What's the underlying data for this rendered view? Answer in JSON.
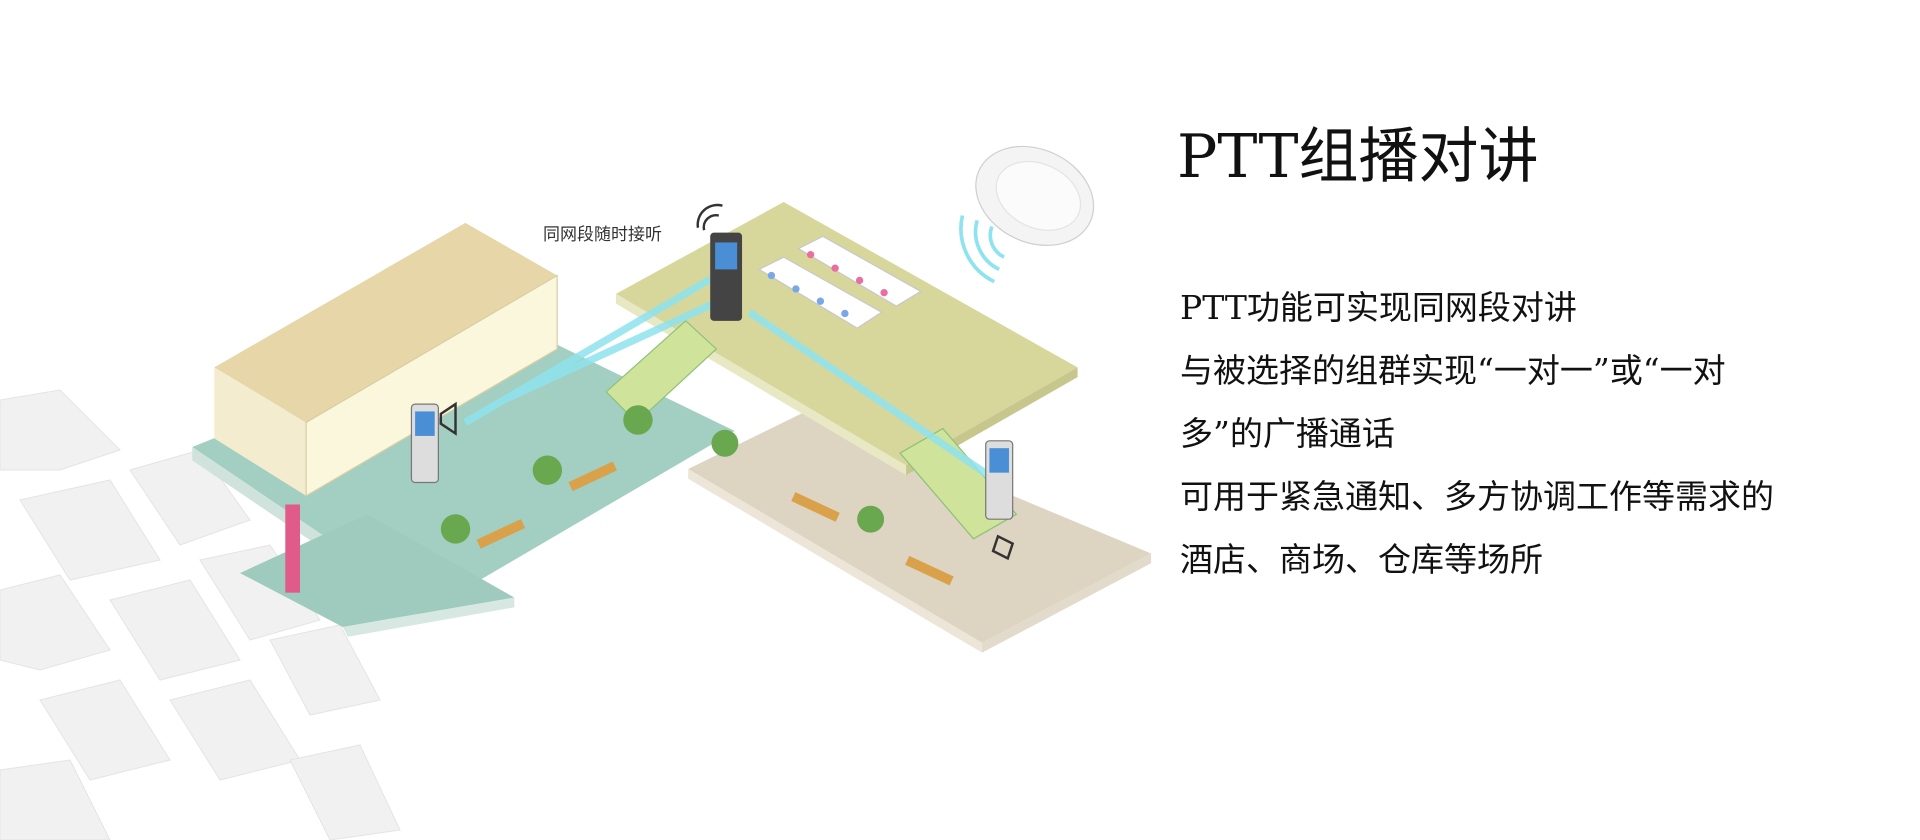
{
  "title": "PTT组播对讲",
  "description_lines": [
    "PTT功能可实现同网段对讲",
    "与被选择的组群实现“一对一”或“一对",
    "多”的广播通话",
    "可用于紧急通知、多方协调工作等需求的",
    "酒店、商场、仓库等场所"
  ],
  "illustration": {
    "callout": "同网段随时接听"
  },
  "colors": {
    "text": "#111111",
    "teal_floor": "#9fcfc0",
    "yellow_floor": "#d9d9a0",
    "beige_floor": "#ddd4c2",
    "signal": "#8ee3ef"
  }
}
